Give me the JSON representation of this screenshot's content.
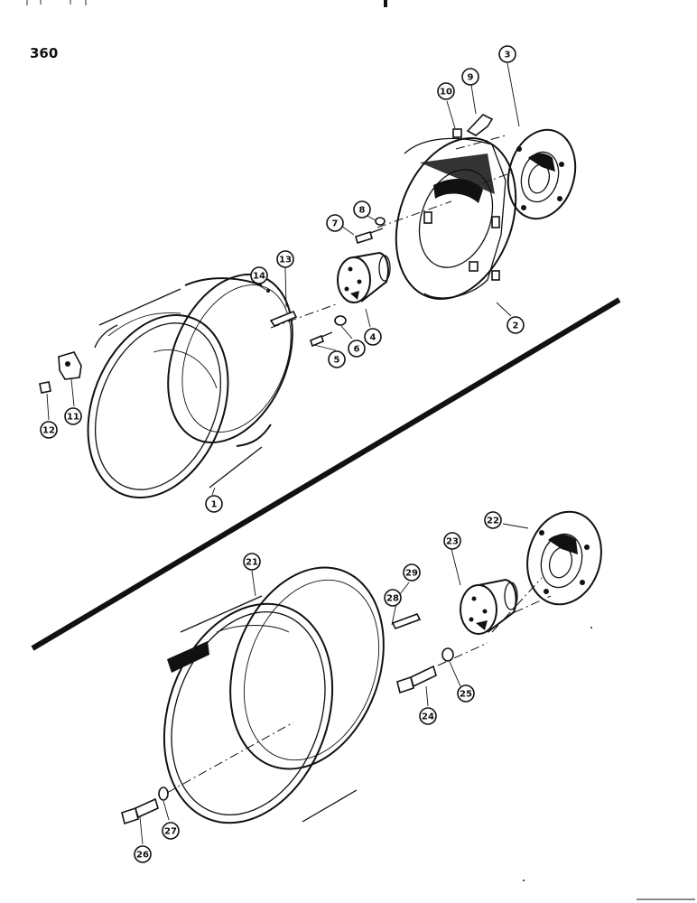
{
  "page": {
    "number": "360"
  },
  "callouts": [
    "1",
    "2",
    "3",
    "4",
    "5",
    "6",
    "7",
    "8",
    "9",
    "10",
    "11",
    "12",
    "13",
    "14",
    "21",
    "22",
    "23",
    "24",
    "25",
    "26",
    "27",
    "28",
    "29"
  ]
}
